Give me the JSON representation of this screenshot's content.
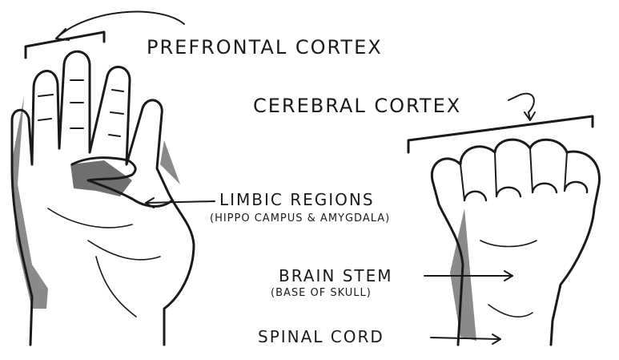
{
  "labels": {
    "prefrontal_cortex": "PREFRONTAL CORTEX",
    "cerebral_cortex": "CEREBRAL CORTEX",
    "limbic_regions": "LIMBIC REGIONS",
    "limbic_detail": "(HIPPO CAMPUS & AMYGDALA)",
    "brain_stem": "BRAIN STEM",
    "brain_stem_detail": "(BASE OF SKULL)",
    "spinal_cord": "SPINAL CORD"
  },
  "colors": {
    "ink": "#1a1a1a",
    "shade": "#8a8a8a",
    "skin": "#ffffff"
  }
}
